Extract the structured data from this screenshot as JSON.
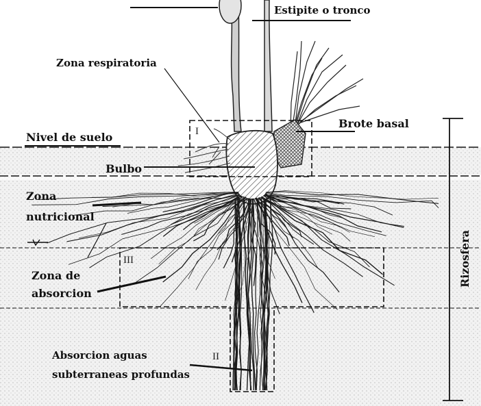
{
  "labels": {
    "trunk": "Estipite o tronco",
    "respiratory_zone": "Zona respiratoria",
    "basal_shoot": "Brote basal",
    "soil_level": "Nivel de suelo",
    "bulb": "Bulbo",
    "nutritional_zone_1": "Zona",
    "nutritional_zone_2": "nutricional",
    "absorption_zone_1": "Zona de",
    "absorption_zone_2": "absorcion",
    "deep_water_1": "Absorcion aguas",
    "deep_water_2": "subterraneas profundas",
    "rhizosphere": "Rizosfera",
    "zone_I": "I",
    "zone_II": "II",
    "zone_III": "III"
  }
}
